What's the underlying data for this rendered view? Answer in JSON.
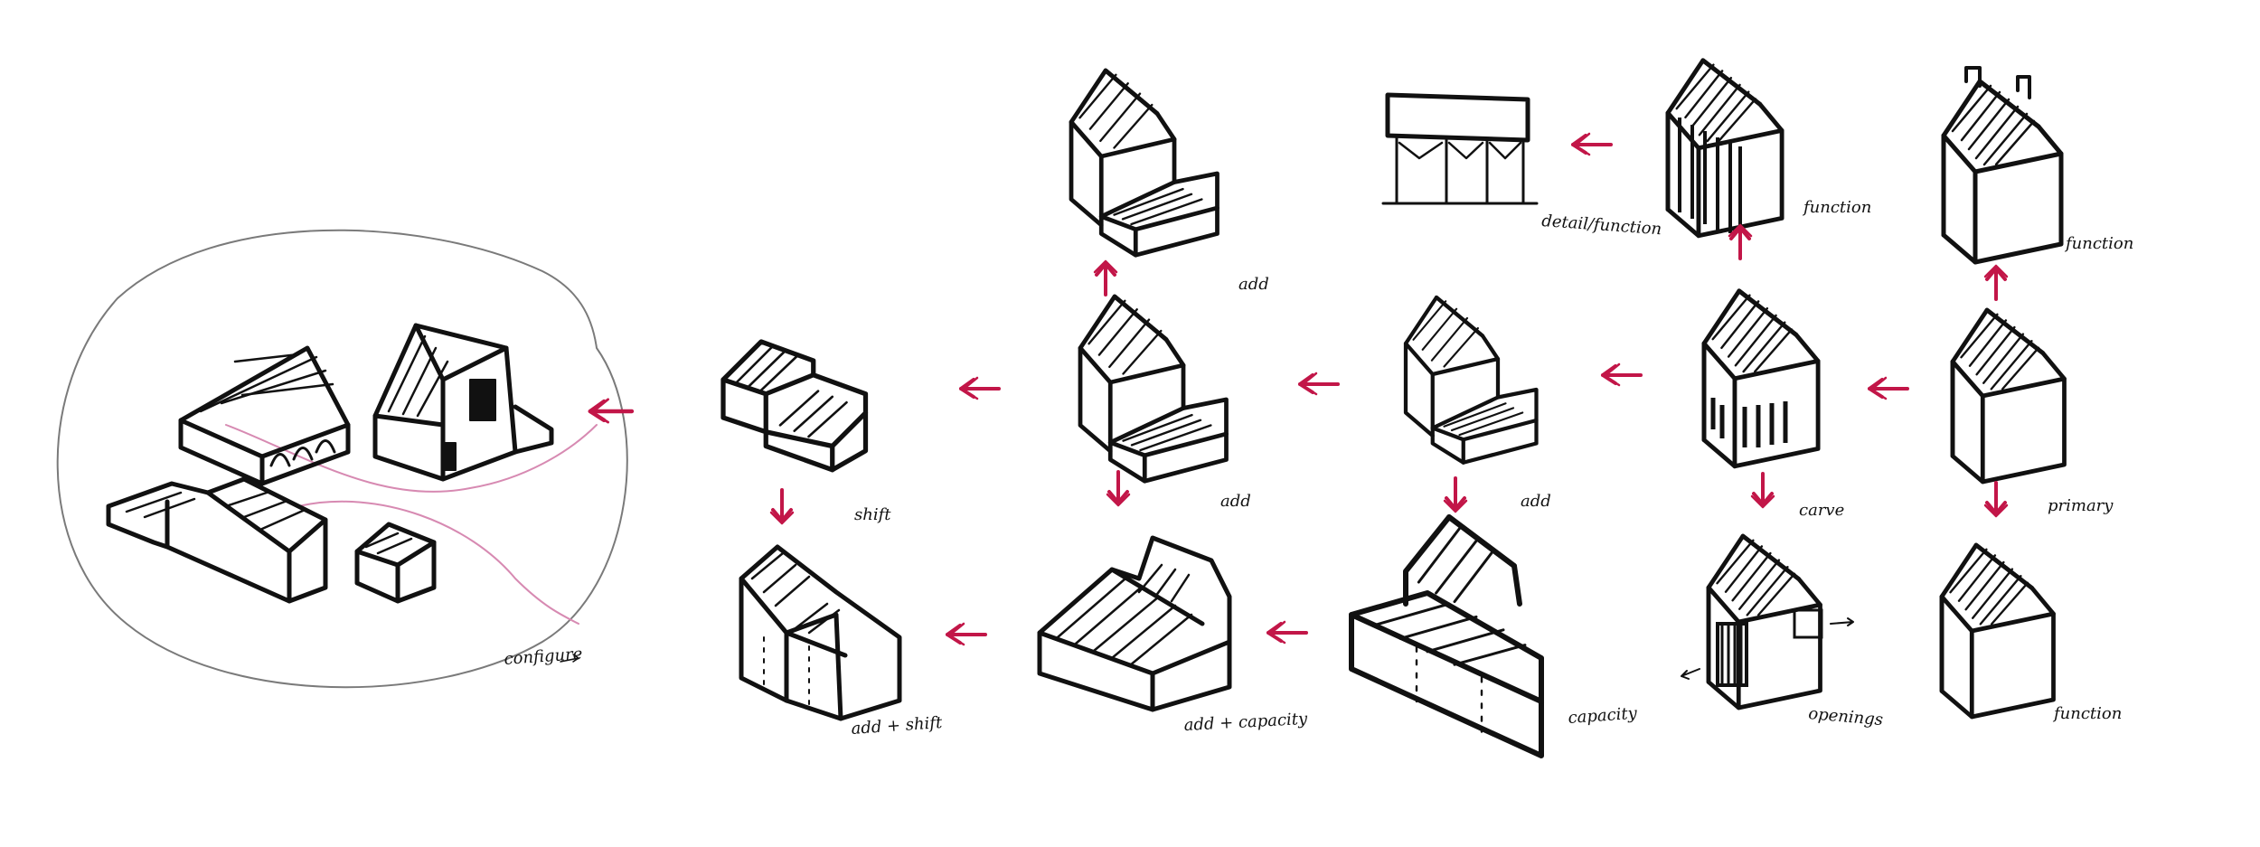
{
  "colors": {
    "paper": "#ffffff",
    "ink": "#111111",
    "arrow": "#c21648",
    "pencil": "#7a7a7a",
    "pink": "#d78ab2"
  },
  "labels": {
    "configure": "configure",
    "shift": "shift",
    "add_1": "add",
    "add_2": "add",
    "add_3": "add",
    "carve": "carve",
    "primary": "primary",
    "add_shift": "add + shift",
    "add_capacity": "add + capacity",
    "capacity": "capacity",
    "openings": "openings",
    "function_1": "function",
    "function_2": "function",
    "function_3": "function",
    "detail_function": "detail/function"
  },
  "icons": {
    "arrow": "hand-drawn-arrow",
    "house": "isometric-house-sketch"
  }
}
